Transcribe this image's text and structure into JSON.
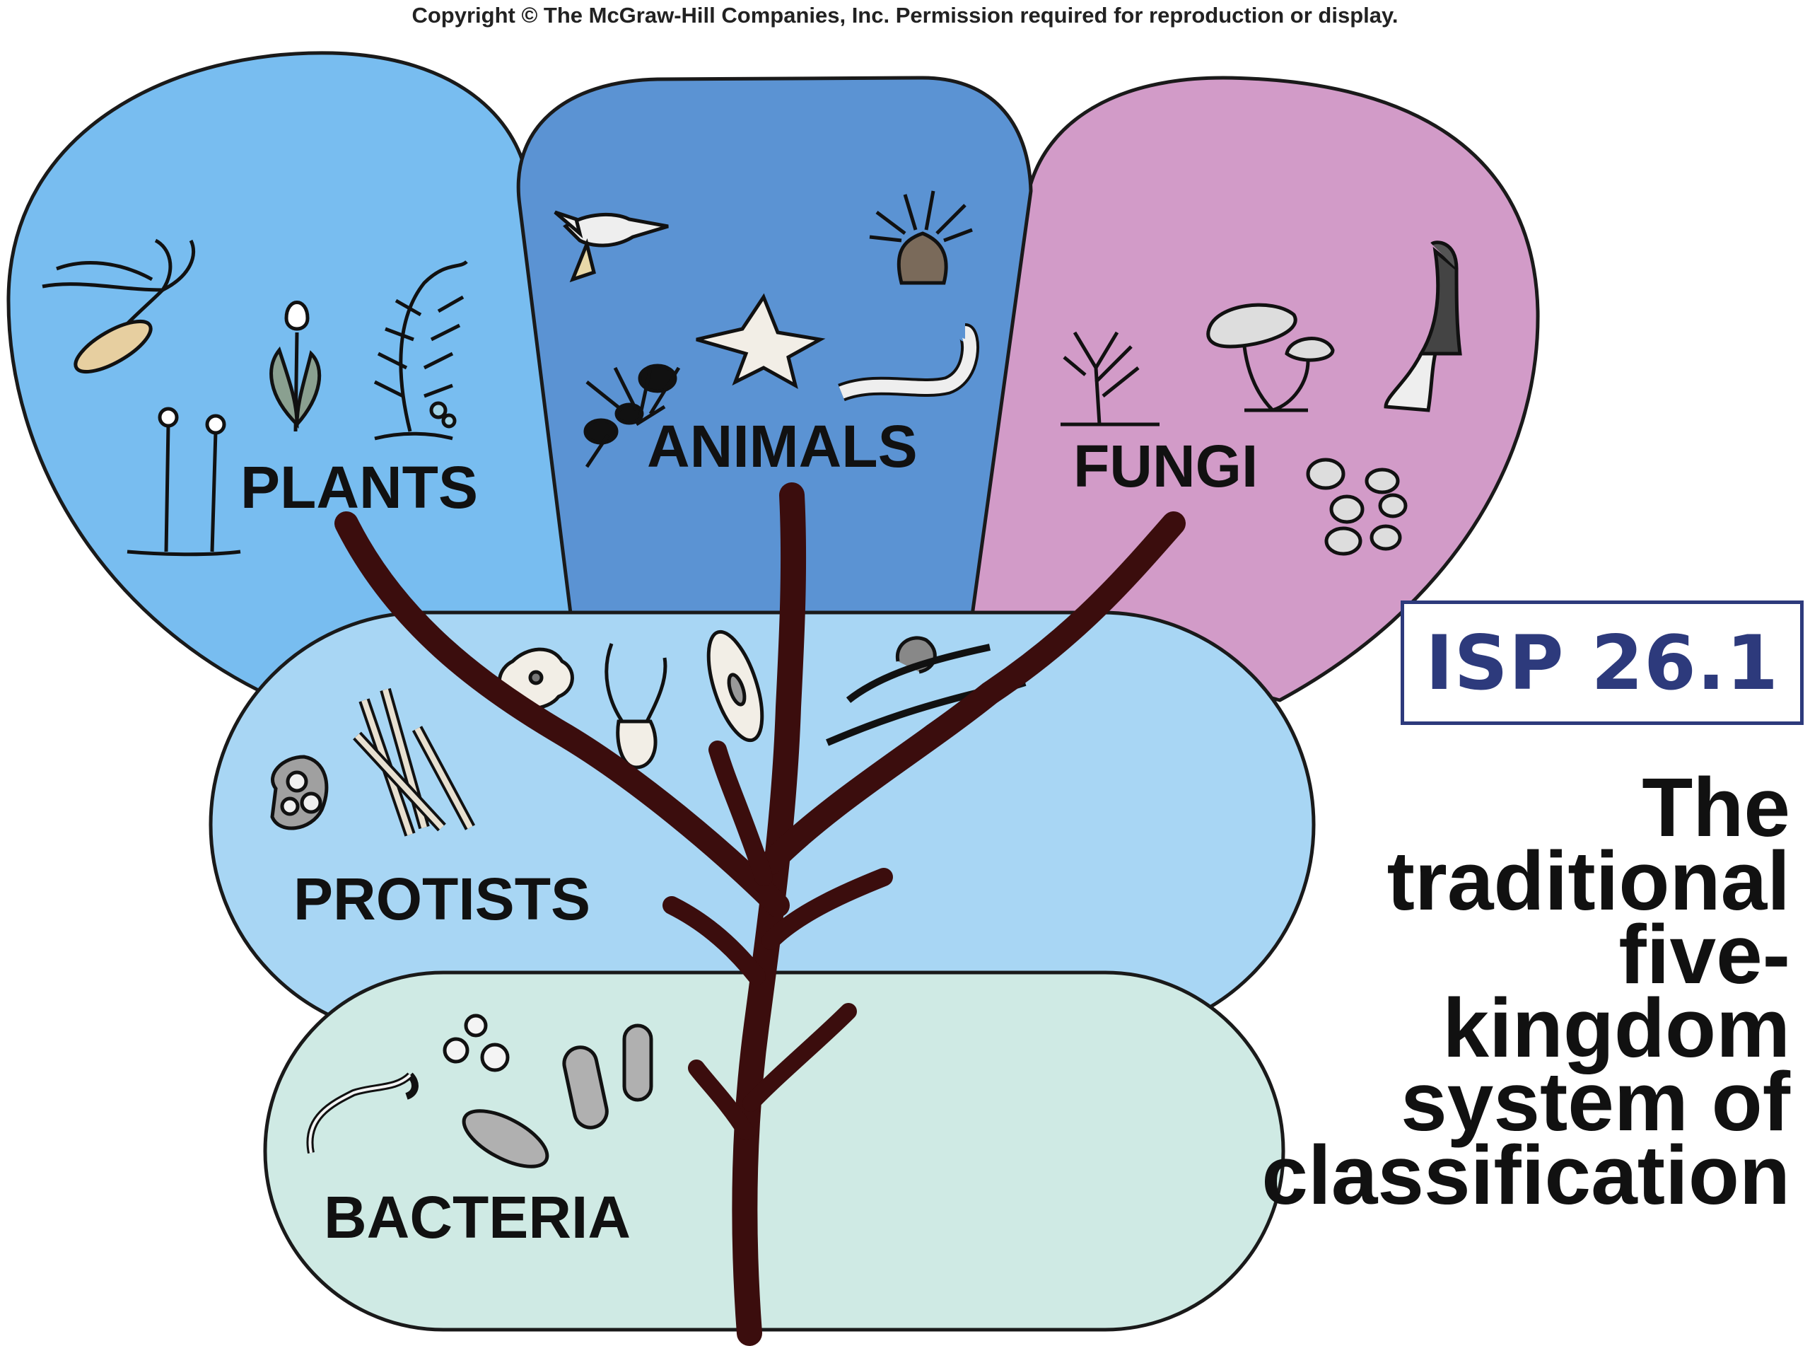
{
  "copyright": "Copyright © The McGraw-Hill Companies, Inc. Permission required for reproduction or display.",
  "kingdoms": {
    "plants": "PLANTS",
    "animals": "ANIMALS",
    "fungi": "FUNGI",
    "protists": "PROTISTS",
    "bacteria": "BACTERIA"
  },
  "colors": {
    "plants": "#78bdf0",
    "animals": "#5b93d3",
    "fungi": "#d29bc8",
    "protists": "#a8d6f4",
    "bacteria": "#cfeae4",
    "trunk": "#3b0d0d",
    "isp": "#2d3a7c"
  },
  "isp_label": "ISP 26.1",
  "caption_lines": [
    "The",
    "traditional",
    "five-",
    "kingdom",
    "system of",
    "classification"
  ]
}
